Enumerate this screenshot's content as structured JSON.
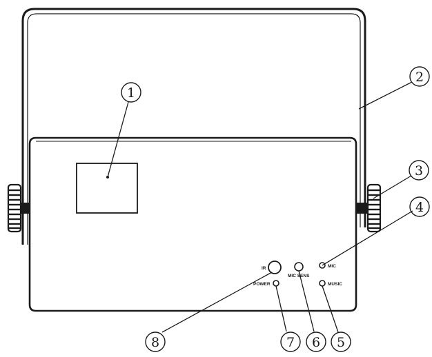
{
  "callouts": [
    {
      "id": "1",
      "label": "1"
    },
    {
      "id": "2",
      "label": "2"
    },
    {
      "id": "3",
      "label": "3"
    },
    {
      "id": "4",
      "label": "4"
    },
    {
      "id": "5",
      "label": "5"
    },
    {
      "id": "6",
      "label": "6"
    },
    {
      "id": "7",
      "label": "7"
    },
    {
      "id": "8",
      "label": "8"
    }
  ],
  "panel_labels": {
    "ir": "IR",
    "mic_sens": "MIC SENS",
    "mic": "MIC",
    "power": "POWER",
    "music": "MUSIC"
  }
}
